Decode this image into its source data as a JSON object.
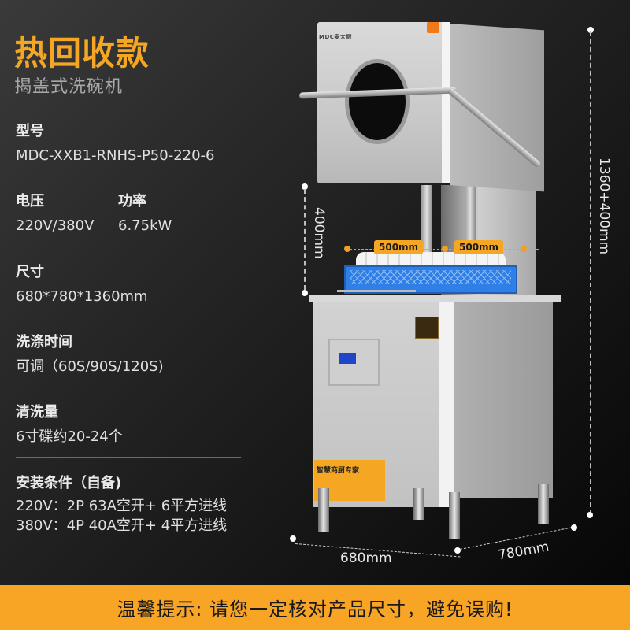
{
  "header": {
    "title": "热回收款",
    "subtitle": "揭盖式洗碗机"
  },
  "specs": {
    "model": {
      "label": "型号",
      "value": "MDC-XXB1-RNHS-P50-220-6"
    },
    "voltage": {
      "label": "电压",
      "value": "220V/380V"
    },
    "power": {
      "label": "功率",
      "value": "6.75kW"
    },
    "size": {
      "label": "尺寸",
      "value": "680*780*1360mm"
    },
    "wash_time": {
      "label": "洗涤时间",
      "value": "可调（60S/90S/120S)"
    },
    "capacity": {
      "label": "清洗量",
      "value": "6寸碟约20-24个"
    },
    "install": {
      "label": "安装条件（自备)",
      "lines": [
        "220V：2P 63A空开+ 6平方进线",
        "380V：4P 40A空开+ 4平方进线"
      ]
    }
  },
  "product": {
    "brand_mark": "MDC麦大厨",
    "promo_sticker": "智慧商厨专家"
  },
  "dimensions": {
    "lift_height": "400mm",
    "total_height": "1360+400mm",
    "rack_width_1": "500mm",
    "rack_width_2": "500mm",
    "width": "680mm",
    "depth": "780mm"
  },
  "footer": {
    "notice": "温馨提示: 请您一定核对产品尺寸，避免误购!"
  },
  "colors": {
    "accent": "#f5a623",
    "footer_bg": "#f8a526",
    "rack_blue": "#2f7fe6"
  }
}
